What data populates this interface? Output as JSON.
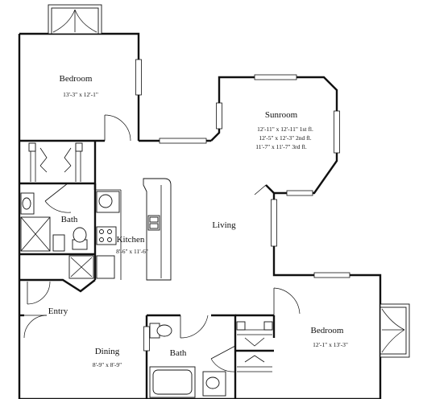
{
  "rooms": {
    "bedroom_1": {
      "name": "Bedroom",
      "dims": "13'-3\" x 12'-1\""
    },
    "sunroom": {
      "name": "Sunroom",
      "dims": [
        "12'-11\" x 12'-11\" 1st fl.",
        "12'-5\" x 12'-3\" 2nd fl.",
        "11'-7\" x 11'-7\" 3rd fl."
      ]
    },
    "living": {
      "name": "Living"
    },
    "bath_1": {
      "name": "Bath"
    },
    "kitchen": {
      "name": "Kitchen",
      "dims": "8'-6\" x 11'-6\""
    },
    "entry": {
      "name": "Entry"
    },
    "dining": {
      "name": "Dining",
      "dims": "8'-9\" x 8'-9\""
    },
    "bath_2": {
      "name": "Bath"
    },
    "bedroom_2": {
      "name": "Bedroom",
      "dims": "12'-1\" x 13'-3\""
    }
  },
  "colors": {
    "wall": "#111111",
    "background": "#ffffff",
    "fixture_gray": "#888888"
  }
}
